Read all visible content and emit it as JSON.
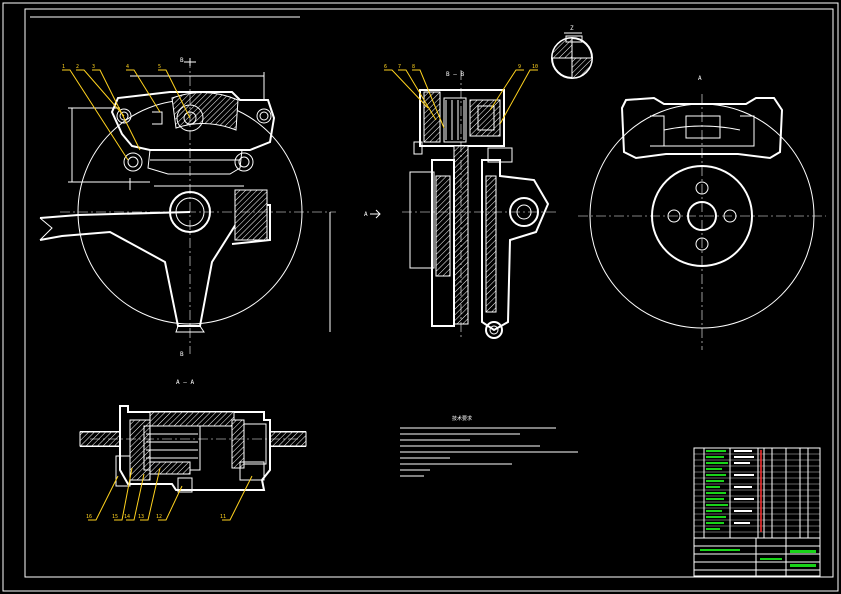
{
  "drawing": {
    "section_bb": "B — B",
    "section_aa": "A — A",
    "view_detail": "Z",
    "view_arrow": "A",
    "cut_mark": "B",
    "tech_requirements_title": "技术要求",
    "part_labels_main": [
      "1",
      "2",
      "3",
      "4",
      "5"
    ],
    "part_labels_section": [
      "6",
      "7",
      "8",
      "9",
      "10"
    ],
    "part_labels_bottom": [
      "16",
      "15",
      "14",
      "13",
      "12",
      "11"
    ]
  },
  "colors": {
    "background": "#000000",
    "line": "#ffffff",
    "leader": "#ffd21e",
    "title_block_text": "#19d419",
    "red_accent": "#ff3030"
  }
}
